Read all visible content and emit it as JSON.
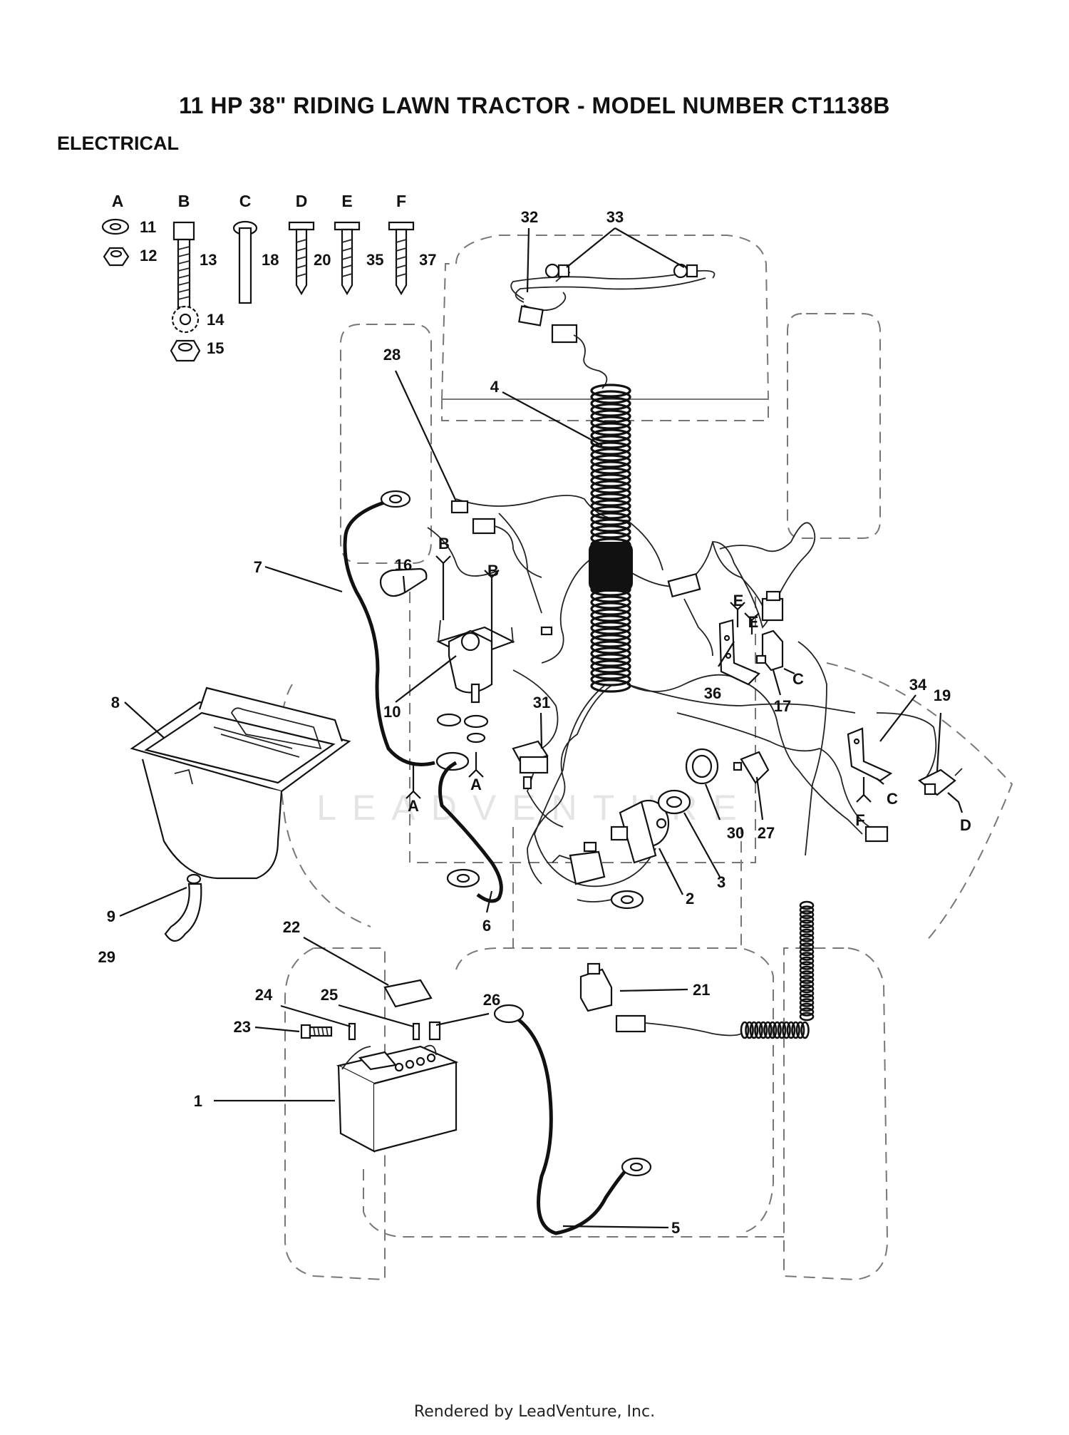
{
  "title": "11 HP 38\" RIDING LAWN TRACTOR - MODEL NUMBER CT1138B",
  "subtitle": "ELECTRICAL",
  "footer": "Rendered by LeadVenture, Inc.",
  "watermark": "LEADVENTURE",
  "hardware_headers": [
    "A",
    "B",
    "C",
    "D",
    "E",
    "F"
  ],
  "hardware_callouts": [
    "11",
    "12",
    "13",
    "14",
    "15",
    "18",
    "20",
    "35",
    "37"
  ],
  "part_callouts": [
    "1",
    "2",
    "3",
    "4",
    "5",
    "6",
    "7",
    "8",
    "9",
    "10",
    "16",
    "17",
    "19",
    "21",
    "22",
    "23",
    "24",
    "25",
    "26",
    "27",
    "28",
    "29",
    "30",
    "31",
    "32",
    "33",
    "34",
    "36"
  ],
  "fastener_letters": [
    "B",
    "B",
    "A",
    "A",
    "E",
    "E",
    "C",
    "C",
    "F",
    "D"
  ],
  "colors": {
    "line": "#111111",
    "outline_dash": "#777777",
    "watermark": "#e4e4e4"
  }
}
